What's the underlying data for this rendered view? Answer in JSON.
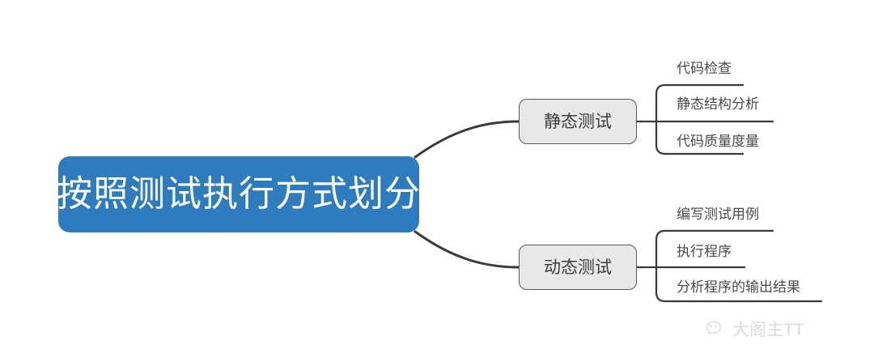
{
  "diagram": {
    "type": "mindmap",
    "title": "按照测试执行方式划分",
    "root": {
      "label": "按照测试执行方式划分",
      "color": "#2e7cbe",
      "text_color": "#ffffff"
    },
    "branches": [
      {
        "label": "静态测试",
        "fill": "#e8e8e8",
        "border": "#585858",
        "leaves": [
          {
            "label": "代码检查"
          },
          {
            "label": "静态结构分析"
          },
          {
            "label": "代码质量度量"
          }
        ]
      },
      {
        "label": "动态测试",
        "fill": "#e8e8e8",
        "border": "#585858",
        "leaves": [
          {
            "label": "编写测试用例"
          },
          {
            "label": "执行程序"
          },
          {
            "label": "分析程序的输出结果"
          }
        ]
      }
    ]
  },
  "watermark": {
    "icon": "wechat-icon",
    "text": "大阁主TT"
  }
}
